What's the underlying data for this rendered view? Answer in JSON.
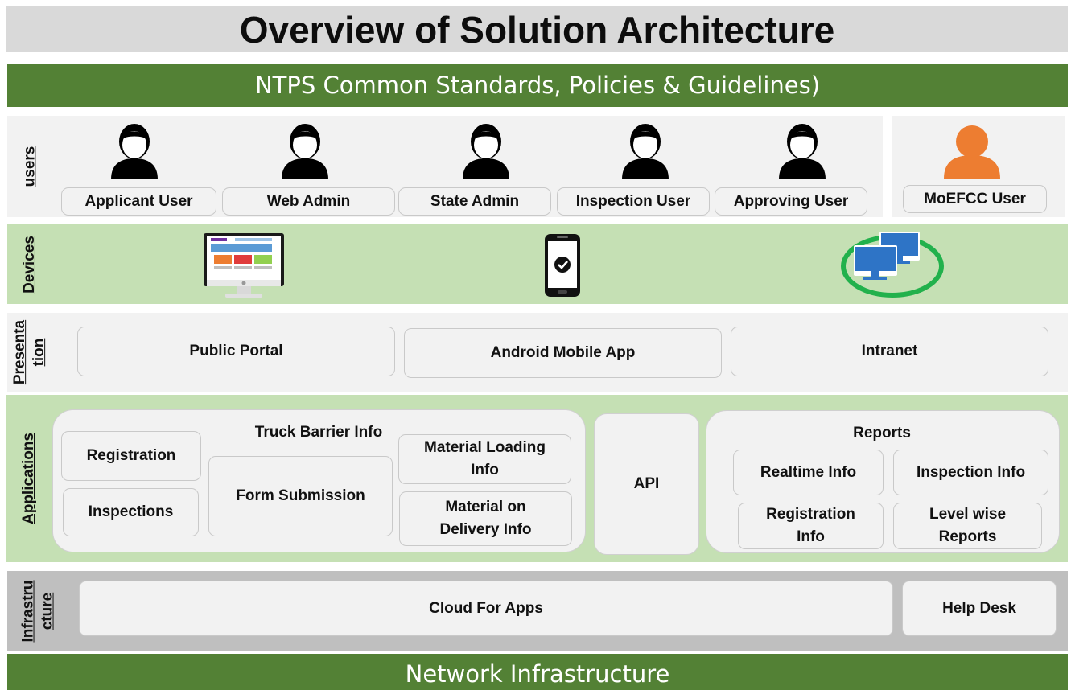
{
  "title": "Overview of Solution Architecture",
  "standards_bar": "NTPS Common Standards, Policies & Guidelines)",
  "network_bar": "Network Infrastructure",
  "colors": {
    "green_bar": "#538135",
    "light_green": "#c5e0b4",
    "light_gray": "#f2f2f2",
    "dark_gray": "#bfbfbf",
    "moefcc_orange": "#ed7d31"
  },
  "users": {
    "label": "users",
    "items": [
      {
        "label": "Applicant User",
        "icon": "user-icon"
      },
      {
        "label": "Web Admin",
        "icon": "user-icon"
      },
      {
        "label": "State Admin",
        "icon": "user-icon"
      },
      {
        "label": "Inspection User",
        "icon": "user-icon"
      },
      {
        "label": "Approving User",
        "icon": "user-icon"
      }
    ],
    "external": {
      "label": "MoEFCC User",
      "icon": "user-icon-orange"
    }
  },
  "devices": {
    "label": "Devices",
    "items": [
      "desktop-monitor-icon",
      "mobile-phone-icon",
      "networked-computers-icon"
    ]
  },
  "presentation": {
    "label": "Presenta\ntion",
    "items": [
      "Public Portal",
      "Android Mobile App",
      "Intranet"
    ]
  },
  "applications": {
    "label": "Applications",
    "registration": "Registration",
    "inspections": "Inspections",
    "truck_barrier": "Truck Barrier Info",
    "form_submission": "Form Submission",
    "material_loading": "Material Loading\nInfo",
    "material_delivery": "Material on\nDelivery Info",
    "api": "API",
    "reports": {
      "title": "Reports",
      "items": [
        "Realtime Info",
        "Inspection Info",
        "Registration\nInfo",
        "Level wise\nReports"
      ]
    }
  },
  "infrastructure": {
    "label": "Infrastru\ncture",
    "items": [
      "Cloud For Apps",
      "Help Desk"
    ]
  }
}
